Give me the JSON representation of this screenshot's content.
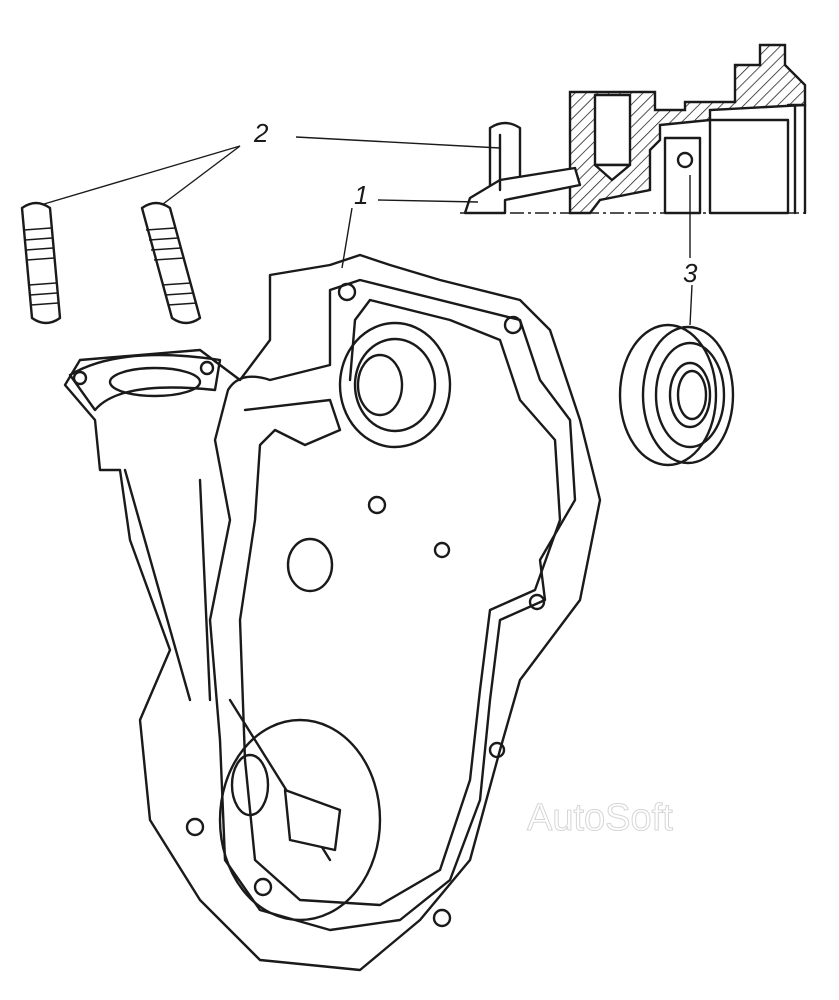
{
  "callouts": [
    {
      "number": "1",
      "part": "housing"
    },
    {
      "number": "2",
      "part": "studs"
    },
    {
      "number": "3",
      "part": "bearing"
    }
  ],
  "watermark": "AutoSoft"
}
